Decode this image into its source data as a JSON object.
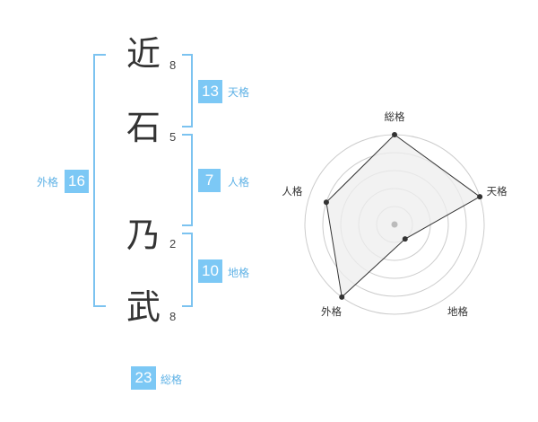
{
  "name": {
    "chars": [
      {
        "char": "近",
        "strokes": "8"
      },
      {
        "char": "石",
        "strokes": "5"
      },
      {
        "char": "乃",
        "strokes": "2"
      },
      {
        "char": "武",
        "strokes": "8"
      }
    ]
  },
  "fortune": {
    "tenkaku": {
      "value": "13",
      "label": "天格"
    },
    "jinkaku": {
      "value": "7",
      "label": "人格"
    },
    "chikaku": {
      "value": "10",
      "label": "地格"
    },
    "gaikaku": {
      "value": "16",
      "label": "外格"
    },
    "soukaku": {
      "value": "23",
      "label": "総格"
    }
  },
  "chart_data": {
    "type": "radar",
    "axes": [
      "総格",
      "天格",
      "地格",
      "外格",
      "人格"
    ],
    "levels": 5,
    "max": 5,
    "values": [
      5,
      5,
      1,
      5,
      4
    ],
    "colors": {
      "fill": "#eeeeee",
      "line": "#333333",
      "grid": "#cccccc",
      "center": "#bbbbbb"
    }
  }
}
